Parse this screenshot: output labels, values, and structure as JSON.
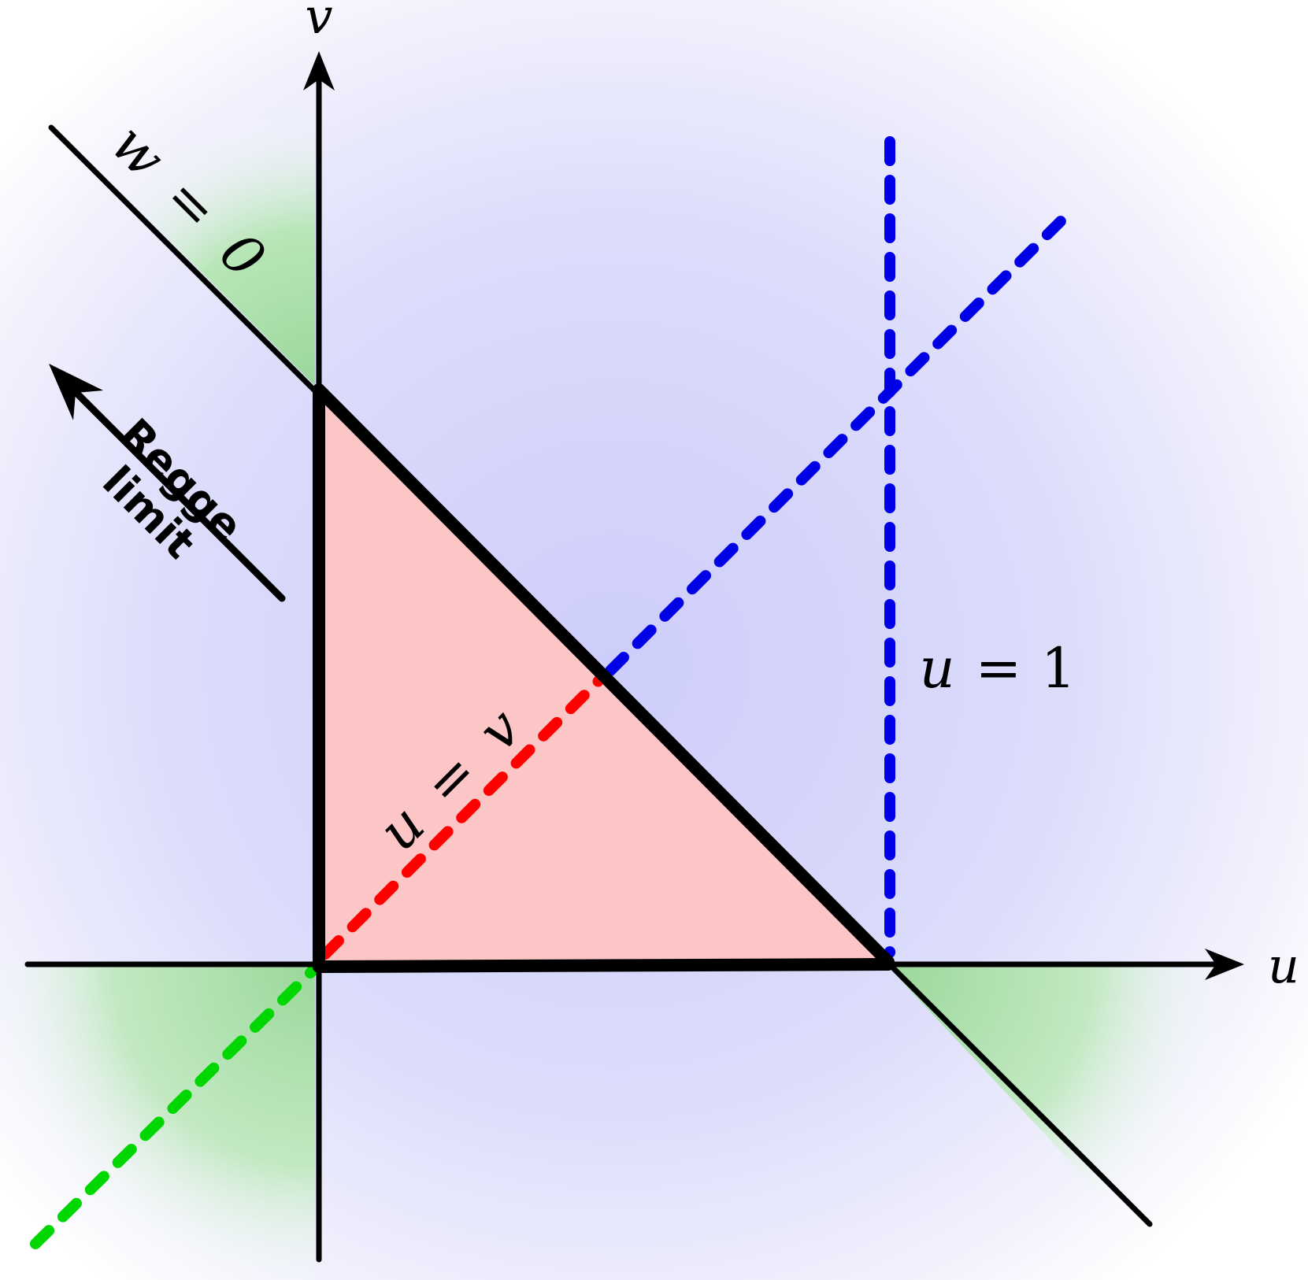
{
  "axes": {
    "x_label": "u",
    "y_label": "v"
  },
  "lines": {
    "w0": {
      "var": "w",
      "eq": "=",
      "value": "0"
    },
    "u_eq_v": {
      "lhs": "u",
      "eq": "=",
      "rhs": "v"
    },
    "u_eq_1": {
      "var": "u",
      "eq": "=",
      "value": "1"
    }
  },
  "annotation": {
    "line1": "Regge",
    "line2": "limit"
  },
  "colors": {
    "triangle_fill": "#fcc6c6",
    "blue_region": "#d4d4fb",
    "green_region": "#a8e0a8",
    "red_dashed": "#ff0000",
    "blue_dashed": "#0000e6",
    "green_dashed": "#00d600",
    "lines": "#000000"
  }
}
